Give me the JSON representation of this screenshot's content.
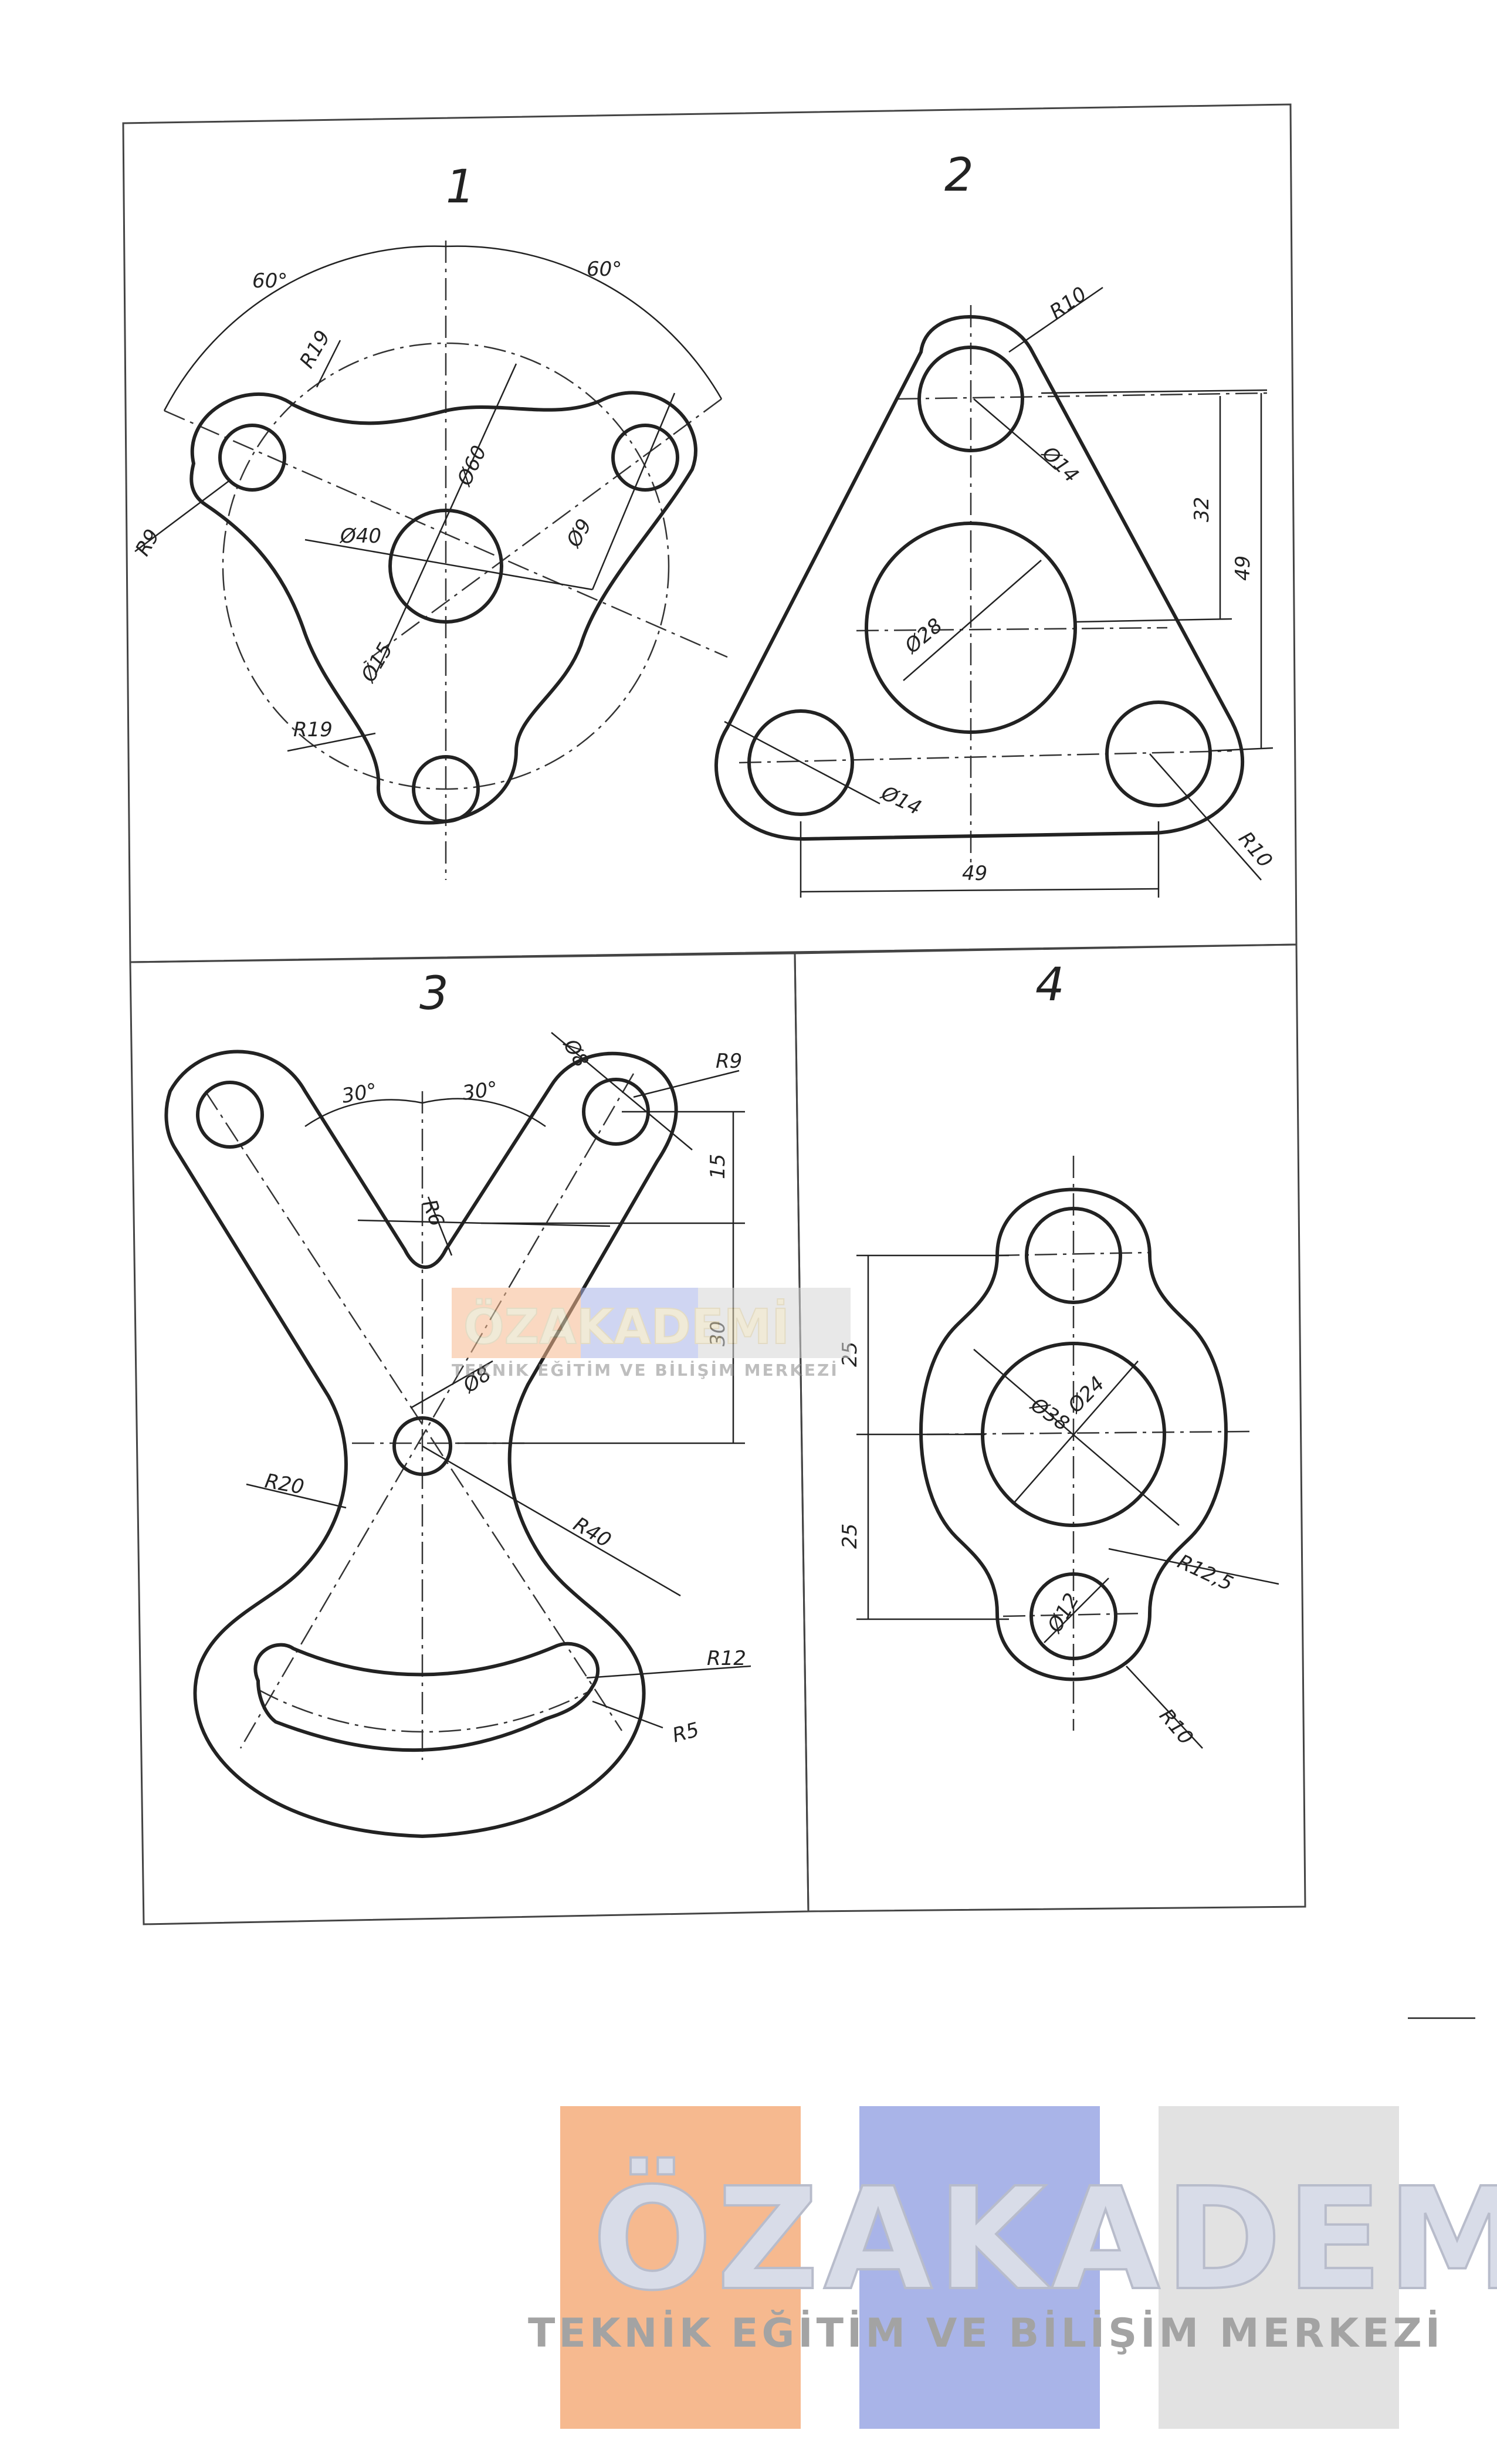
{
  "panels": [
    {
      "number": "1",
      "labels": [
        "60°",
        "60°",
        "R19",
        "R9",
        "Ø60",
        "Ø40",
        "Ø9",
        "Ø15",
        "R19"
      ]
    },
    {
      "number": "2",
      "labels": [
        "R10",
        "Ø14",
        "32",
        "49",
        "Ø28",
        "Ø14",
        "R10",
        "49"
      ]
    },
    {
      "number": "3",
      "labels": [
        "30°",
        "30°",
        "Ø8",
        "R9",
        "15",
        "R6",
        "30",
        "Ø8",
        "R20",
        "R40",
        "R12",
        "R5"
      ]
    },
    {
      "number": "4",
      "labels": [
        "25",
        "25",
        "Ø38",
        "Ø24",
        "Ø12",
        "R12,5",
        "R10"
      ]
    }
  ],
  "watermark": {
    "brand": "ÖZAKADEMİ",
    "tagline": "TEKNİK EĞİTİM VE BİLİŞİM MERKEZİ",
    "colors": {
      "orange": "#f6b98f",
      "blue": "#a9b4e8",
      "gray": "#d6d6d6"
    }
  },
  "watermark_small": {
    "brand": "ÖZAKADEMİ",
    "tagline": "TEKNİK EĞİTİM VE BİLİŞİM MERKEZİ"
  }
}
